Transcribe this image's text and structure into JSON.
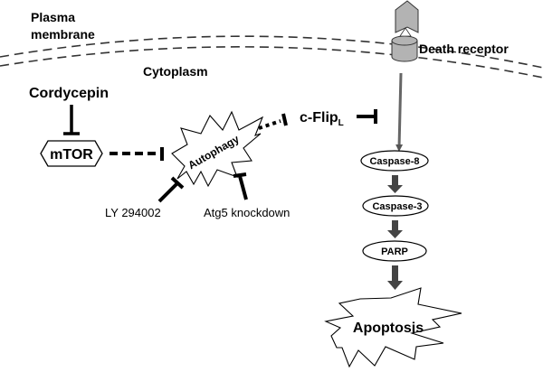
{
  "labels": {
    "plasma_membrane_line1": "Plasma",
    "plasma_membrane_line2": "membrane",
    "cytoplasm": "Cytoplasm",
    "cordycepin": "Cordycepin",
    "mtor": "mTOR",
    "autophagy": "Autophagy",
    "cflip": "c-Flip",
    "cflip_subscript": "L",
    "ly294002": "LY 294002",
    "atg5": "Atg5 knockdown",
    "death_receptor": "Death receptor",
    "caspase8": "Caspase-8",
    "caspase3": "Caspase-3",
    "parp": "PARP",
    "apoptosis": "Apoptosis"
  },
  "colors": {
    "line": "#000000",
    "membrane": "#333333",
    "receptor_fill": "#b3b3b3",
    "receptor_stroke": "#333333",
    "pathway_arrow": "#555555"
  }
}
